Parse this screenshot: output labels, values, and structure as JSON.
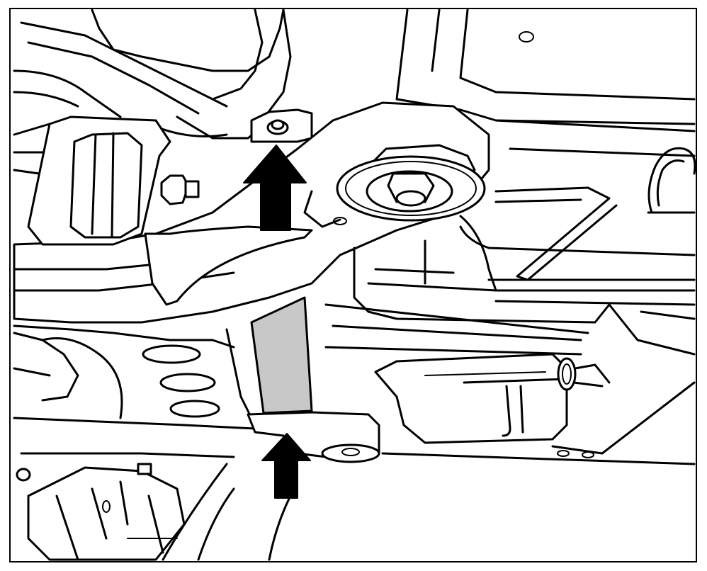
{
  "diagram": {
    "type": "line-illustration",
    "subject": "vehicle-underbody-crossmember-lift-points",
    "colors": {
      "line": "#000000",
      "background": "#ffffff",
      "highlight": "#c8c8c8",
      "arrow": "#000000"
    },
    "callouts": [
      {
        "icon": "arrow-up-icon",
        "points_to": "upper-mount-bolt"
      },
      {
        "icon": "arrow-up-icon",
        "points_to": "lower-support-bracket"
      }
    ],
    "highlighted_part": "support-bar"
  }
}
